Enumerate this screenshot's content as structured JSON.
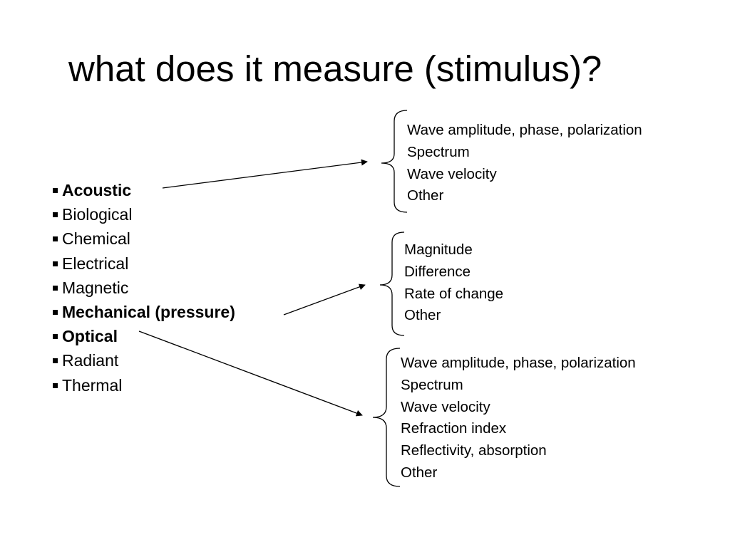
{
  "title": "what does it measure (stimulus)?",
  "stimuli": [
    {
      "label": "Acoustic",
      "bold": true
    },
    {
      "label": "Biological",
      "bold": false
    },
    {
      "label": "Chemical",
      "bold": false
    },
    {
      "label": "Electrical",
      "bold": false
    },
    {
      "label": "Magnetic",
      "bold": false
    },
    {
      "label": "Mechanical (pressure)",
      "bold": true
    },
    {
      "label": "Optical",
      "bold": true
    },
    {
      "label": "Radiant",
      "bold": false
    },
    {
      "label": "Thermal",
      "bold": false
    }
  ],
  "groups": {
    "acoustic": [
      "Wave amplitude, phase, polarization",
      "Spectrum",
      "Wave velocity",
      "Other"
    ],
    "mechanical": [
      "Magnitude",
      "Difference",
      "Rate of change",
      "Other"
    ],
    "optical": [
      "Wave amplitude, phase, polarization",
      "Spectrum",
      "Wave velocity",
      "Refraction index",
      "Reflectivity, absorption",
      "Other"
    ]
  }
}
